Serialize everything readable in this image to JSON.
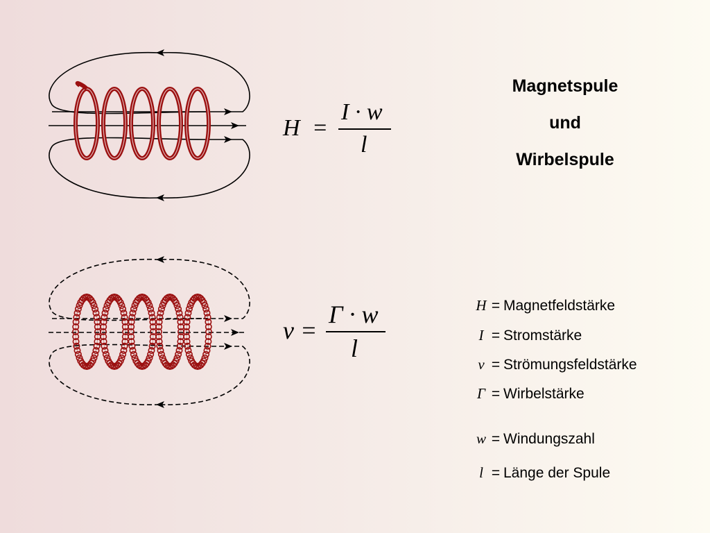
{
  "title": {
    "line1": "Magnetspule",
    "line2": "und",
    "line3": "Wirbelspule"
  },
  "formula_magnet": {
    "lhs": "H",
    "eq": "=",
    "numerator": "I · w",
    "denominator": "l"
  },
  "formula_vortex": {
    "lhs": "v",
    "eq": "=",
    "numerator": "Γ · w",
    "denominator": "l"
  },
  "legend": [
    {
      "symbol": "H",
      "eq": "=",
      "text": "Magnetfeldstärke"
    },
    {
      "symbol": "I",
      "eq": "=",
      "text": "Stromstärke"
    },
    {
      "symbol": "v",
      "eq": "=",
      "text": "Strömungsfeldstärke"
    },
    {
      "symbol": "Γ",
      "eq": "=",
      "text": "Wirbelstärke"
    },
    {
      "symbol": "w",
      "eq": "=",
      "text": "Windungszahl"
    },
    {
      "symbol": "l",
      "eq": "=",
      "text": "Länge der Spule"
    }
  ],
  "colors": {
    "coil": "#9b1010",
    "field_lines": "#000000"
  }
}
